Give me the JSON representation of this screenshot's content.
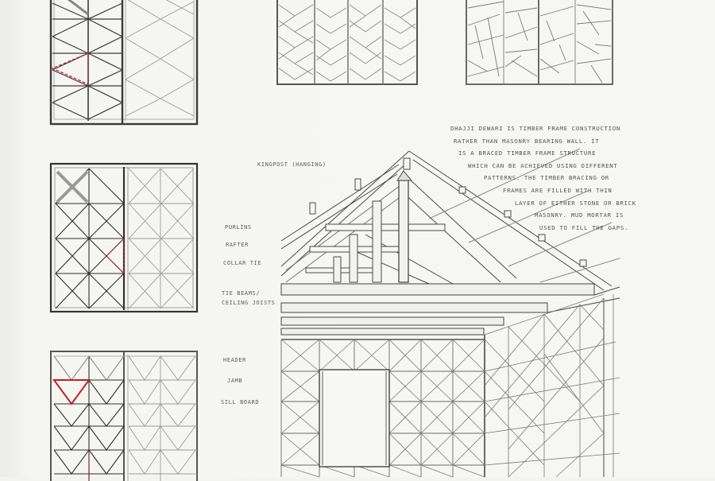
{
  "drawing": {
    "subject": "Dhajji Dewari timber frame construction",
    "paper_color": "#f4f4f0",
    "pencil_color": "#3a3a3a",
    "accent_color": "#c0202a"
  },
  "description_note": {
    "lines": [
      "DHAJJI DEWARI IS TIMBER FRAME CONSTRUCTION",
      "RATHER THAN MASONRY BEARING WALL. IT",
      "IS A BRACED TIMBER FRAME STRUCTURE",
      "WHICH CAN BE ACHIEVED USING DIFFERENT",
      "PATTERNS. THE TIMBER BRACING OR",
      "FRAMES ARE FILLED WITH THIN",
      "LAYER OF EITHER STONE OR BRICK",
      "MASONRY. MUD MORTAR IS",
      "USED TO FILL THE GAPS."
    ]
  },
  "labels": {
    "kingpost": "KINGPOST (HANGING)",
    "purlins": "PURLINS",
    "rafter": "RAFTER",
    "collar_tie": "COLLAR TIE",
    "tie_beams_1": "TIE BEAMS/",
    "tie_beams_2": "CEILING JOISTS",
    "header": "HEADER",
    "jamb": "JAMB",
    "sill_board": "SILL BOARD"
  },
  "panels": [
    {
      "id": "panel-1",
      "pattern": "diamond braced (kite)",
      "highlight": "red dashed triangle"
    },
    {
      "id": "panel-2",
      "pattern": "herringbone braced"
    },
    {
      "id": "panel-3",
      "pattern": "irregular random braced"
    },
    {
      "id": "panel-4",
      "pattern": "cross (X) braced grid",
      "highlight": "red dashed triangle"
    },
    {
      "id": "panel-5",
      "pattern": "inverted triangle braced",
      "highlight": "red solid triangle"
    }
  ],
  "main_drawing": {
    "title": "Braced timber frame house with kingpost roof truss",
    "window": "rectangular window opening in front wall"
  }
}
